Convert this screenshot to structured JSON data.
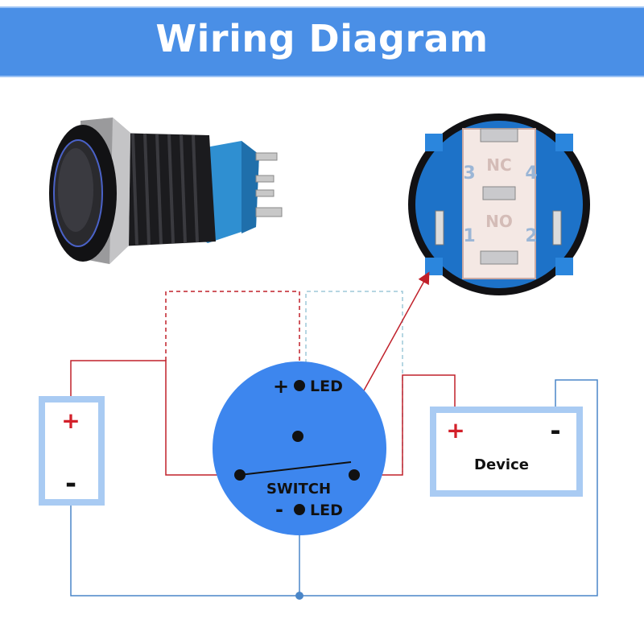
{
  "header": {
    "title": "Wiring Diagram"
  },
  "battery": {
    "plus": "+",
    "minus": "-"
  },
  "switch": {
    "led_plus_sign": "+",
    "led_plus": "LED",
    "label": "SWITCH",
    "led_minus_sign": "-",
    "led_minus": "LED"
  },
  "device": {
    "plus": "+",
    "minus": "-",
    "label": "Device"
  },
  "closeup": {
    "pins": [
      "3",
      "4",
      "1",
      "2"
    ],
    "nc": "NC",
    "no": "NO"
  },
  "colors": {
    "banner": "#4a8fe6",
    "switch_disc": "#3d86ee",
    "wire_red": "#c0202a",
    "wire_blue": "#4a86c8",
    "wire_light": "#9ec8d8"
  }
}
